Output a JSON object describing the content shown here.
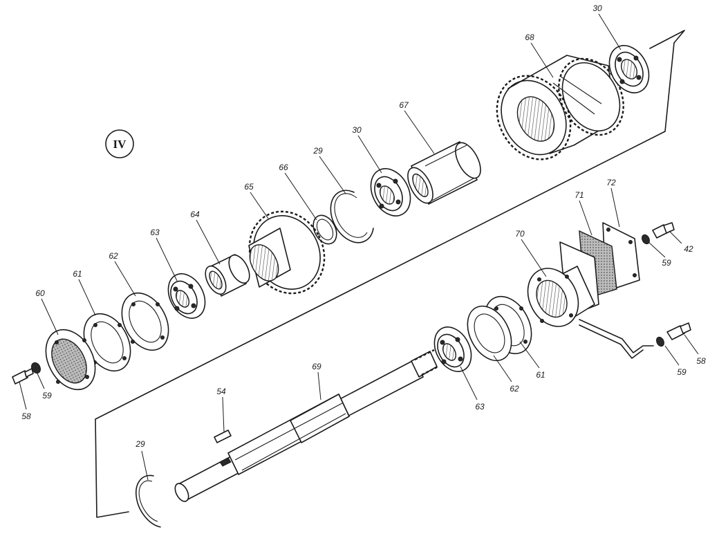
{
  "group_marker": "IV",
  "callouts": {
    "c30a": "30",
    "c68": "68",
    "c67": "67",
    "c30b": "30",
    "c29a": "29",
    "c66": "66",
    "c65": "65",
    "c64": "64",
    "c63a": "63",
    "c62a": "62",
    "c61a": "61",
    "c60": "60",
    "c59a": "59",
    "c58a": "58",
    "c72": "72",
    "c71": "71",
    "c42": "42",
    "c59b": "59",
    "c70": "70",
    "c69": "69",
    "c54": "54",
    "c63b": "63",
    "c62b": "62",
    "c61b": "61",
    "c59c": "59",
    "c58b": "58",
    "c29b": "29"
  }
}
